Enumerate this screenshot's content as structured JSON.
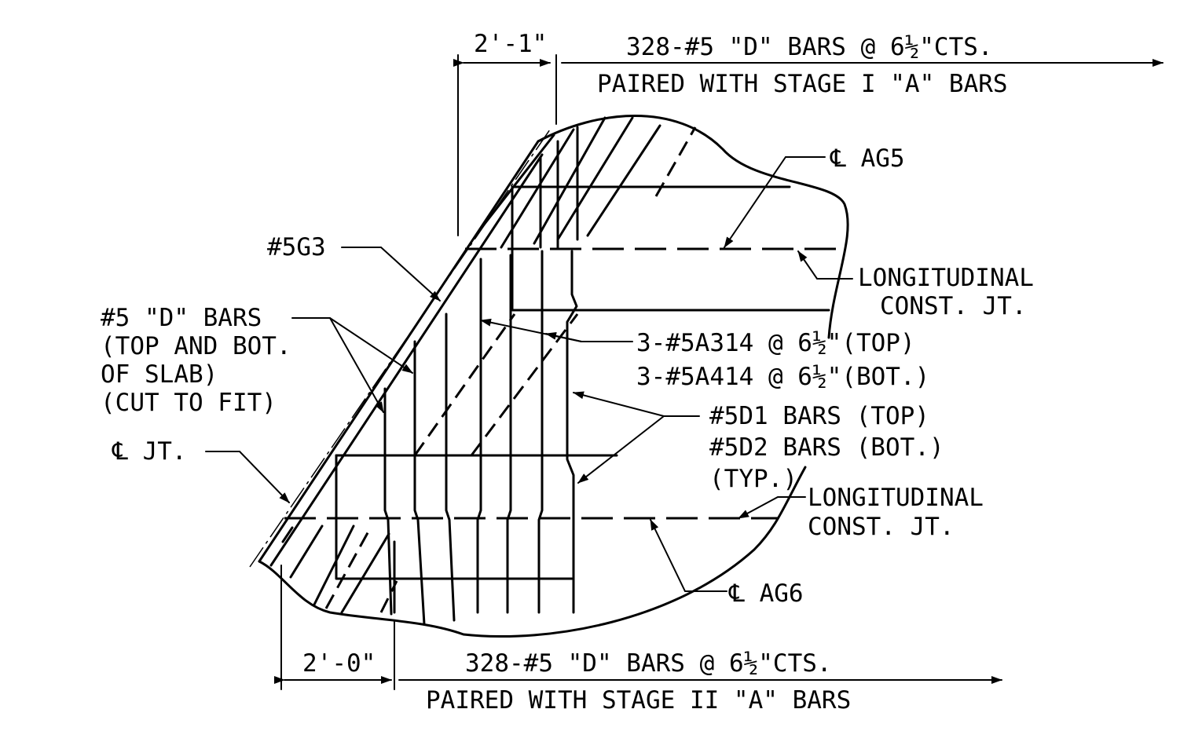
{
  "top_dimension": {
    "value": "2'-1\""
  },
  "bottom_dimension": {
    "value": "2'-0\""
  },
  "top_bars_note": {
    "line1": "328-#5 \"D\" BARS @ 6½\"CTS.",
    "line2": "PAIRED WITH STAGE I \"A\" BARS"
  },
  "bottom_bars_note": {
    "line1": "328-#5 \"D\" BARS @ 6½\"CTS.",
    "line2": "PAIRED WITH STAGE II \"A\" BARS"
  },
  "labels": {
    "cl_ag5": "℄ AG5",
    "cl_ag6": "℄ AG6",
    "cl_jt": "℄ JT.",
    "g3_bar": "#5G3",
    "long_jt_1_line1": "LONGITUDINAL",
    "long_jt_1_line2": "CONST. JT.",
    "long_jt_2_line1": "LONGITUDINAL",
    "long_jt_2_line2": "CONST. JT.",
    "d_bars_line1": "#5 \"D\" BARS",
    "d_bars_line2": "(TOP AND BOT.",
    "d_bars_line3": "OF SLAB)",
    "d_bars_line4": "(CUT TO FIT)",
    "a_bars_line1": "3-#5A314 @ 6½\"(TOP)",
    "a_bars_line2": "3-#5A414 @ 6½\"(BOT.)",
    "d1d2_line1": "#5D1 BARS (TOP)",
    "d1d2_line2": "#5D2 BARS (BOT.)",
    "d1d2_line3": "(TYP.)"
  }
}
